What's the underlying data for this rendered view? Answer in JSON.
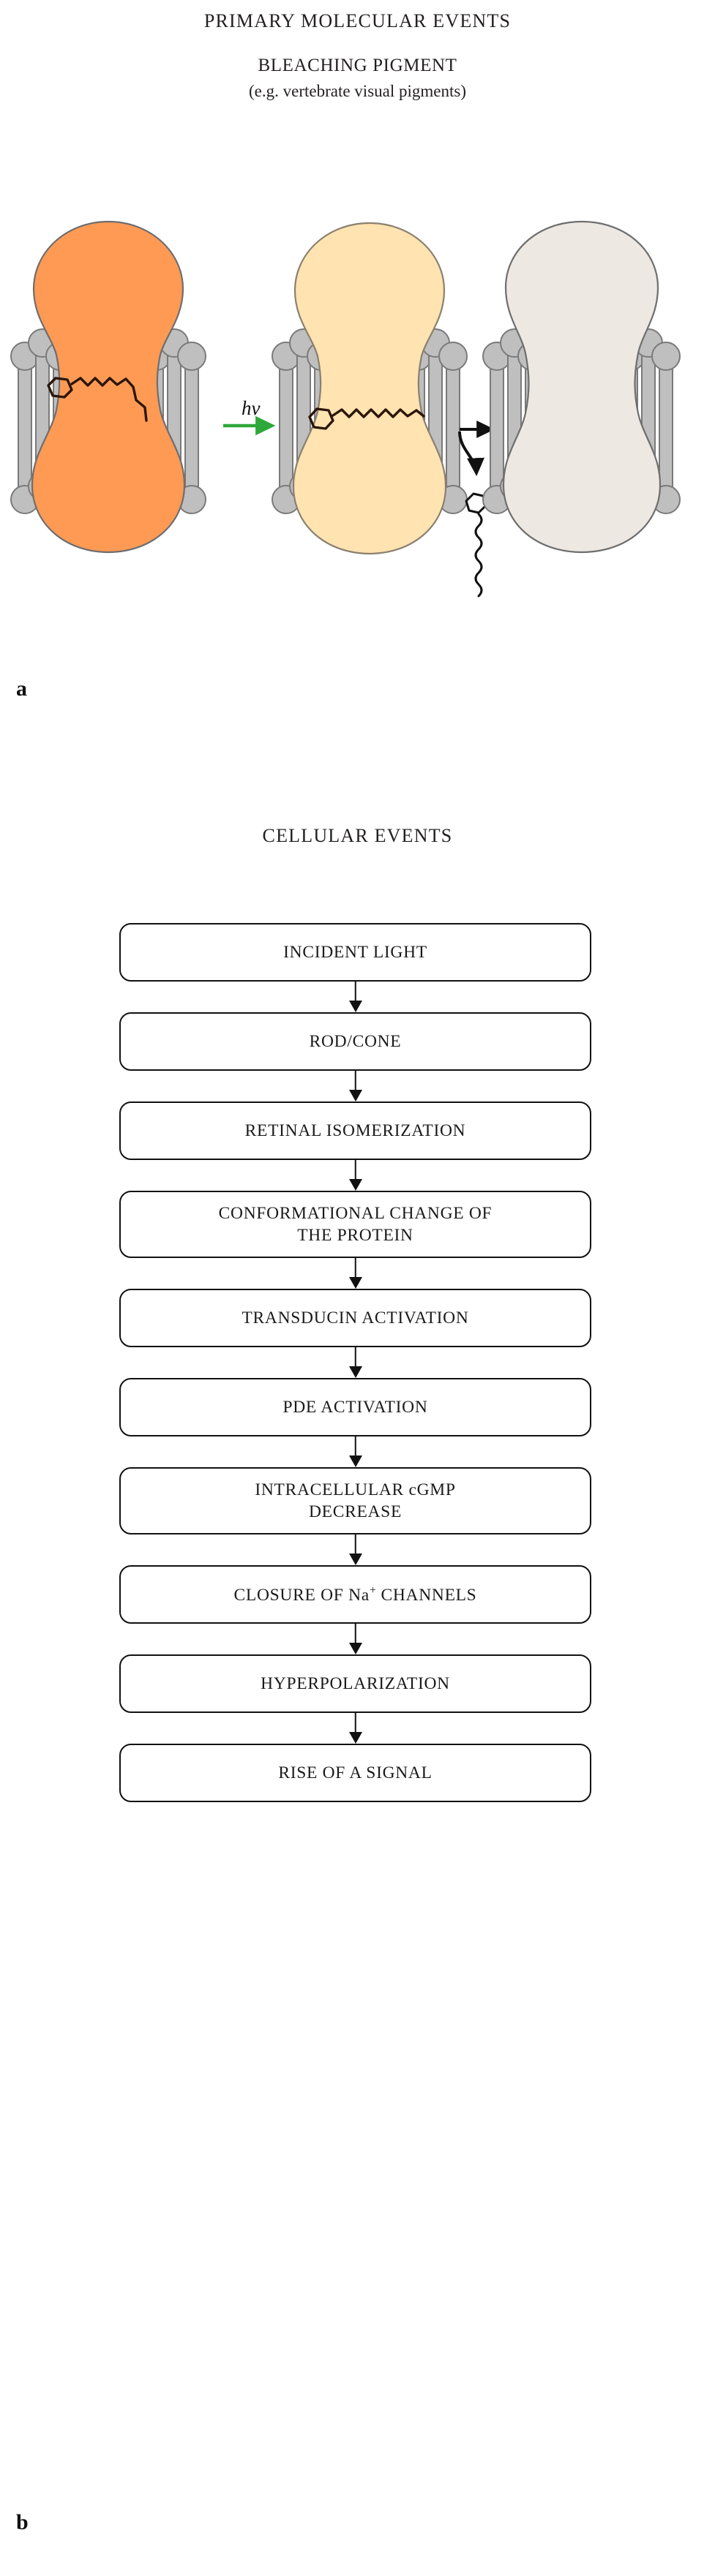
{
  "panel_a": {
    "letter": "a",
    "title": "PRIMARY MOLECULAR EVENTS",
    "subtitle_line1": "BLEACHING PIGMENT",
    "subtitle_line2": "(e.g. vertebrate visual pigments)",
    "photon_label": "hv",
    "states": [
      {
        "name": "dark-state-pigment",
        "fill": "#FF9A55",
        "stroke": "#6e6e6e",
        "chromophore": "11-cis-retinal",
        "chromophore_present": true
      },
      {
        "name": "photoactivated-pigment",
        "fill": "#FFE3B0",
        "stroke": "#8a8070",
        "chromophore": "all-trans-retinal",
        "chromophore_present": true
      },
      {
        "name": "bleached-opsin",
        "fill": "#EDE8E2",
        "stroke": "#6e6e6e",
        "chromophore": "none",
        "chromophore_present": false
      }
    ],
    "helix_color": "#BFBFBF",
    "helix_stroke": "#7a7a7a",
    "photon_arrow_color": "#2EA83A",
    "release_arrow_color": "#111111",
    "chromophore_color": "#2b1608"
  },
  "panel_b": {
    "letter": "b",
    "title": "CELLULAR EVENTS",
    "steps": [
      {
        "id": "incident-light",
        "lines": [
          "INCIDENT LIGHT"
        ]
      },
      {
        "id": "rod-cone",
        "lines": [
          "ROD/CONE"
        ]
      },
      {
        "id": "retinal-isomerization",
        "lines": [
          "RETINAL ISOMERIZATION"
        ]
      },
      {
        "id": "conformational-change",
        "lines": [
          "CONFORMATIONAL CHANGE OF",
          "THE PROTEIN"
        ]
      },
      {
        "id": "transducin-activation",
        "lines": [
          "TRANSDUCIN ACTIVATION"
        ]
      },
      {
        "id": "pde-activation",
        "lines": [
          "PDE ACTIVATION"
        ]
      },
      {
        "id": "cgmp-decrease",
        "lines": [
          "INTRACELLULAR cGMP",
          "DECREASE"
        ]
      },
      {
        "id": "sodium-channel-closure",
        "lines": [
          "CLOSURE OF Na+ CHANNELS"
        ],
        "html": "CLOSURE OF Na<span class=\"sup\">+</span> CHANNELS"
      },
      {
        "id": "hyperpolarization",
        "lines": [
          "HYPERPOLARIZATION"
        ]
      },
      {
        "id": "rise-of-signal",
        "lines": [
          "RISE OF A SIGNAL"
        ]
      }
    ]
  }
}
